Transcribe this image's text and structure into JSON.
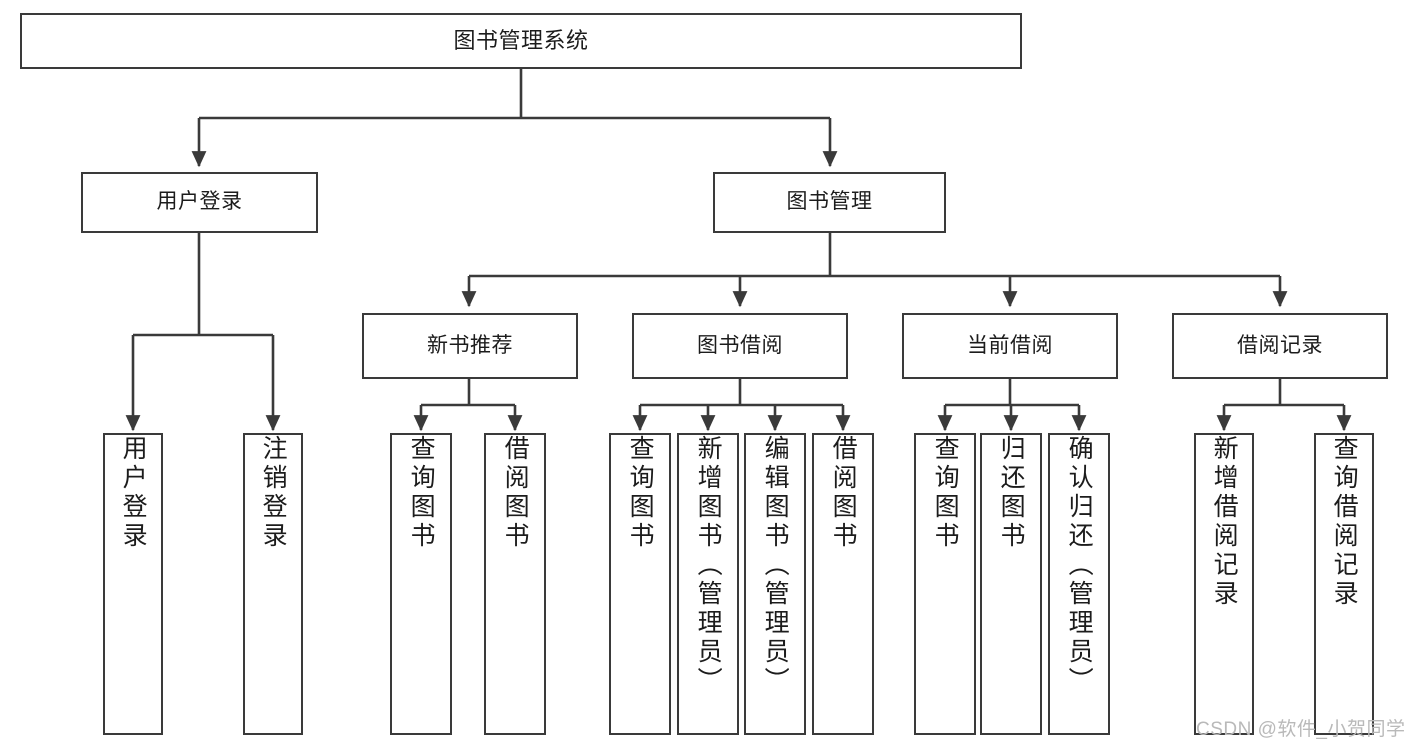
{
  "diagram": {
    "title": "图书管理系统",
    "type": "tree-hierarchy",
    "stroke_color": "#3a3a3a",
    "text_color": "#1c1c1c",
    "background": "#ffffff"
  },
  "nodes": {
    "root": {
      "label": "图书管理系统"
    },
    "level2": [
      {
        "id": "user-login",
        "label": "用户登录"
      },
      {
        "id": "book-manage",
        "label": "图书管理"
      }
    ],
    "level3": [
      {
        "id": "new-book-rec",
        "label": "新书推荐"
      },
      {
        "id": "book-borrow",
        "label": "图书借阅"
      },
      {
        "id": "current-borrow",
        "label": "当前借阅"
      },
      {
        "id": "borrow-record",
        "label": "借阅记录"
      }
    ],
    "leaves": {
      "user_login": [
        {
          "id": "leaf-user-login",
          "label": "用户登录"
        },
        {
          "id": "leaf-logout-login",
          "label": "注销登录"
        }
      ],
      "new_book_rec": [
        {
          "id": "leaf-query-book-1",
          "label": "查询图书"
        },
        {
          "id": "leaf-borrow-book-1",
          "label": "借阅图书"
        }
      ],
      "book_borrow": [
        {
          "id": "leaf-query-book-2",
          "label": "查询图书"
        },
        {
          "id": "leaf-add-book",
          "label": "新增图书（管理员）"
        },
        {
          "id": "leaf-edit-book",
          "label": "编辑图书（管理员）"
        },
        {
          "id": "leaf-borrow-book-2",
          "label": "借阅图书"
        }
      ],
      "current_borrow": [
        {
          "id": "leaf-query-book-3",
          "label": "查询图书"
        },
        {
          "id": "leaf-return-book",
          "label": "归还图书"
        },
        {
          "id": "leaf-confirm-return",
          "label": "确认归还（管理员）"
        }
      ],
      "borrow_record": [
        {
          "id": "leaf-add-record",
          "label": "新增借阅记录"
        },
        {
          "id": "leaf-query-record",
          "label": "查询借阅记录"
        }
      ]
    }
  },
  "watermark": {
    "text": "CSDN @软件_小贺同学"
  }
}
